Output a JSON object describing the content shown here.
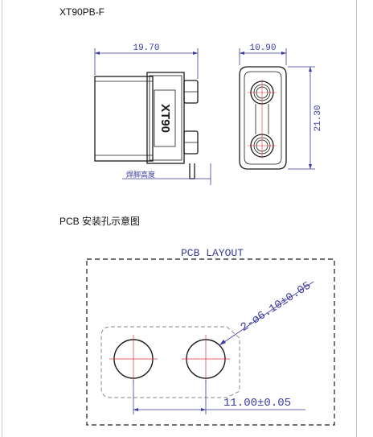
{
  "model_title": "XT90PB-F",
  "section_title": "PCB 安装孔示意图",
  "top_drawing": {
    "width_dim": "19.70",
    "depth_dim": "10.90",
    "height_dim": "21.30",
    "body_marking": "XT90",
    "foot_note": "焊脚高度"
  },
  "pcb_layout": {
    "title": "PCB LAYOUT",
    "hole_dim": "2-ø6.10±0.05",
    "pitch_dim": "11.00±0.05"
  },
  "colors": {
    "line": "#1a1a1a",
    "dim": "#3a3aa0",
    "center": "#e03030"
  }
}
